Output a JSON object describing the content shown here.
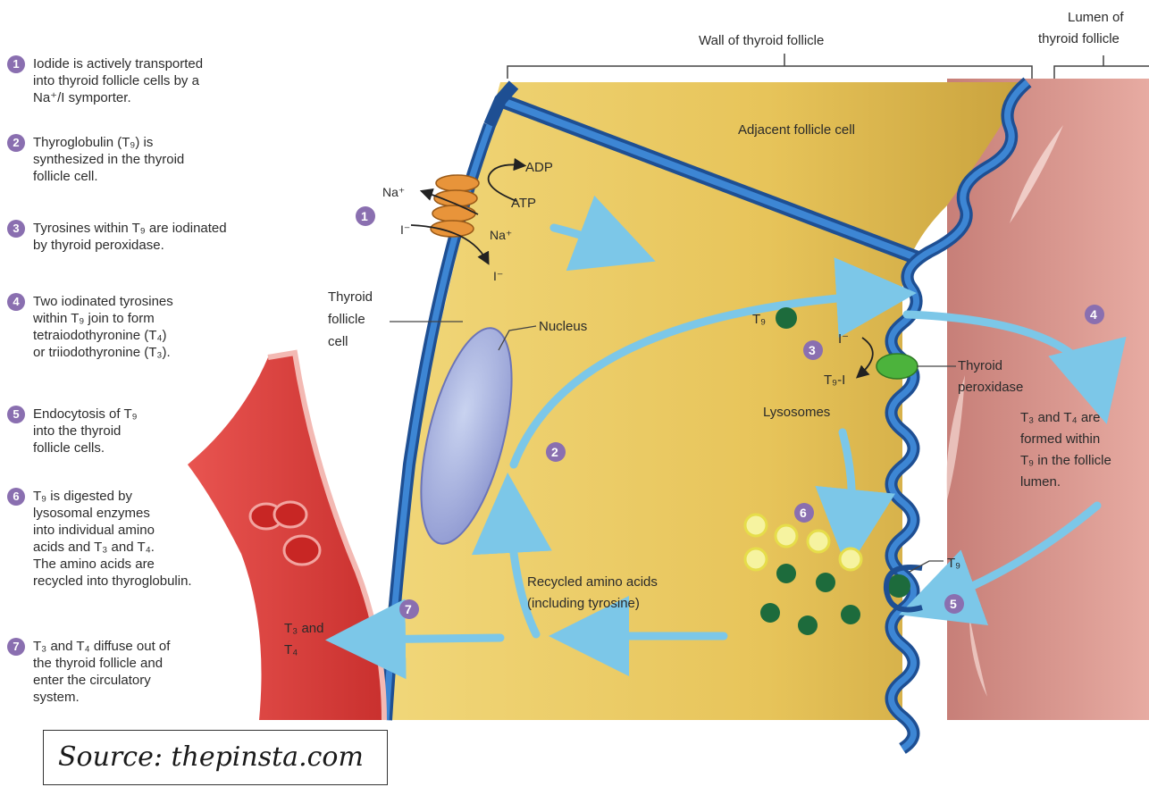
{
  "steps": [
    {
      "num": "1",
      "text": "Iodide is actively transported\ninto thyroid follicle cells by a\nNa⁺/I symporter."
    },
    {
      "num": "2",
      "text": "Thyroglobulin (T₉) is\nsynthesized in the thyroid\nfollicle cell."
    },
    {
      "num": "3",
      "text": "Tyrosines within T₉ are iodinated\nby thyroid peroxidase."
    },
    {
      "num": "4",
      "text": "Two iodinated tyrosines\nwithin T₉ join to form\ntetraiodothyronine (T₄)\nor triiodothyronine (T₃)."
    },
    {
      "num": "5",
      "text": "Endocytosis of T₉\ninto the thyroid\nfollicle cells."
    },
    {
      "num": "6",
      "text": "T₉ is digested by\nlysosomal enzymes\ninto individual amino\nacids and T₃ and T₄.\nThe amino acids are\nrecycled into thyroglobulin."
    },
    {
      "num": "7",
      "text": "T₃ and T₄ diffuse out of\nthe thyroid follicle and\nenter the circulatory\nsystem."
    }
  ],
  "labels": {
    "wall": "Wall of thyroid follicle",
    "lumen_line1": "Lumen of",
    "lumen_line2": "thyroid follicle",
    "adjacent": "Adjacent follicle cell",
    "adp": "ADP",
    "atp": "ATP",
    "na_out": "Na⁺",
    "na_in": "Na⁺",
    "i_out": "I⁻",
    "i_in": "I⁻",
    "thyroid_cell_1": "Thyroid",
    "thyroid_cell_2": "follicle",
    "thyroid_cell_3": "cell",
    "nucleus": "Nucleus",
    "tg_top": "T₉",
    "i_minus": "I⁻",
    "tg_i": "T₉-I",
    "peroxidase_1": "Thyroid",
    "peroxidase_2": "peroxidase",
    "lysosomes": "Lysosomes",
    "formed_1": "T₃ and T₄ are",
    "formed_2": "formed within",
    "formed_3": "T₉ in the follicle",
    "formed_4": "lumen.",
    "tg_endo": "T₉",
    "recycled_1": "Recycled amino acids",
    "recycled_2": "(including tyrosine)",
    "t3_and": "T₃ and",
    "t4": "T₄"
  },
  "source": "Source: thepinsta.com",
  "colors": {
    "cytoplasm": "#e8c65a",
    "membrane": "#2f6fb8",
    "lumen": "#d9938c",
    "blood": "#d9423f",
    "arrow": "#7cc7e8",
    "badge": "#8a6fb0"
  }
}
